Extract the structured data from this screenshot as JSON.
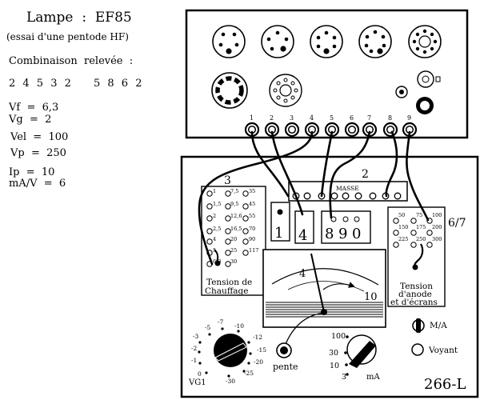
{
  "title": {
    "lamp_label": "Lampe",
    "colon": ":",
    "lamp_type": "EF85"
  },
  "subtitle": "(essai d'une pentode HF)",
  "combinaison": {
    "label": "Combinaison",
    "label2": "relevée",
    "colon": ":",
    "group1": "2 4 5 3 2",
    "group2": "5 8 6 2"
  },
  "params": [
    {
      "label": "Vf",
      "value": "6,3"
    },
    {
      "label": "Vg",
      "value": "2"
    },
    {
      "label": "Vel",
      "value": "100"
    },
    {
      "label": "Vp",
      "value": "250"
    },
    {
      "label": "Ip",
      "value": "10"
    },
    {
      "label": "mA/V",
      "value": "6"
    }
  ],
  "top_sockets": [
    "1",
    "2",
    "3",
    "4",
    "5",
    "6",
    "7",
    "8",
    "9"
  ],
  "panel": {
    "section_2": "2",
    "section_3": "3",
    "section_67": "6/7",
    "masse": "MASSE",
    "switch_1": "1",
    "switch_4": "4",
    "switch_890": [
      "8",
      "9",
      "0"
    ],
    "heater_left": [
      "1",
      "1,5",
      "2",
      "2,5",
      "4",
      "5",
      "6,3"
    ],
    "heater_mid": [
      "7,5",
      "9,5",
      "12,6",
      "16,5",
      "20",
      "25",
      "30"
    ],
    "heater_right": [
      "35",
      "45",
      "55",
      "70",
      "90",
      "117"
    ],
    "heater_title_1": "Tension  de",
    "heater_title_2": "Chauffage",
    "anode_values": [
      "50",
      "75",
      "100",
      "150",
      "175",
      "200",
      "225",
      "250",
      "300"
    ],
    "anode_title_1": "Tension",
    "anode_title_2": "d'anode",
    "anode_title_3": "et  d'écrans",
    "meter_4": "4",
    "meter_10": "10",
    "vg1_label": "VG1",
    "vg1_scale": [
      "-5",
      "-7",
      "-10",
      "-3",
      "-12",
      "-2",
      "-15",
      "-1",
      "-20",
      "0",
      "-30",
      "-25"
    ],
    "pente_label": "pente",
    "ma_label": "mA",
    "ma_scale": [
      "100",
      "30",
      "10",
      "3"
    ],
    "ma_switch": "M/A",
    "voyant": "Voyant",
    "model": "266-L"
  }
}
